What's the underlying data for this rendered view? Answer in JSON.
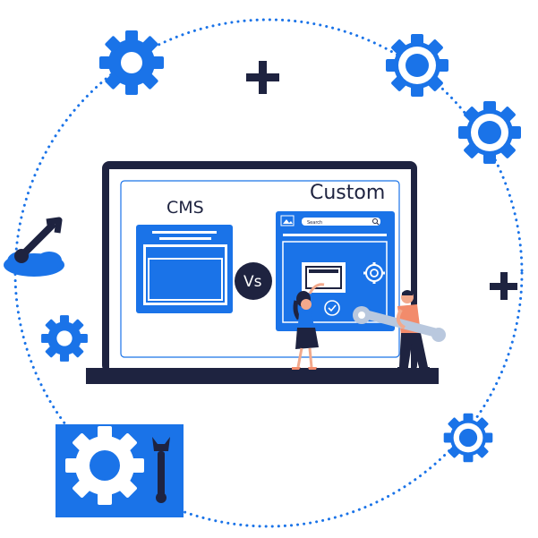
{
  "illustration": {
    "left_panel_label": "CMS",
    "right_panel_label": "Custom",
    "versus_label": "Vs",
    "search_bar_label": "Search"
  },
  "colors": {
    "brand_blue": "#1a73e8",
    "dark_navy": "#1e2340",
    "light_blue": "#e8f1fd",
    "skin": "#f2a98c",
    "accent_coral": "#f28b6b"
  },
  "icons": [
    "gear-icon",
    "plus-icon",
    "wrench-icon",
    "check-icon",
    "search-icon",
    "image-icon"
  ]
}
